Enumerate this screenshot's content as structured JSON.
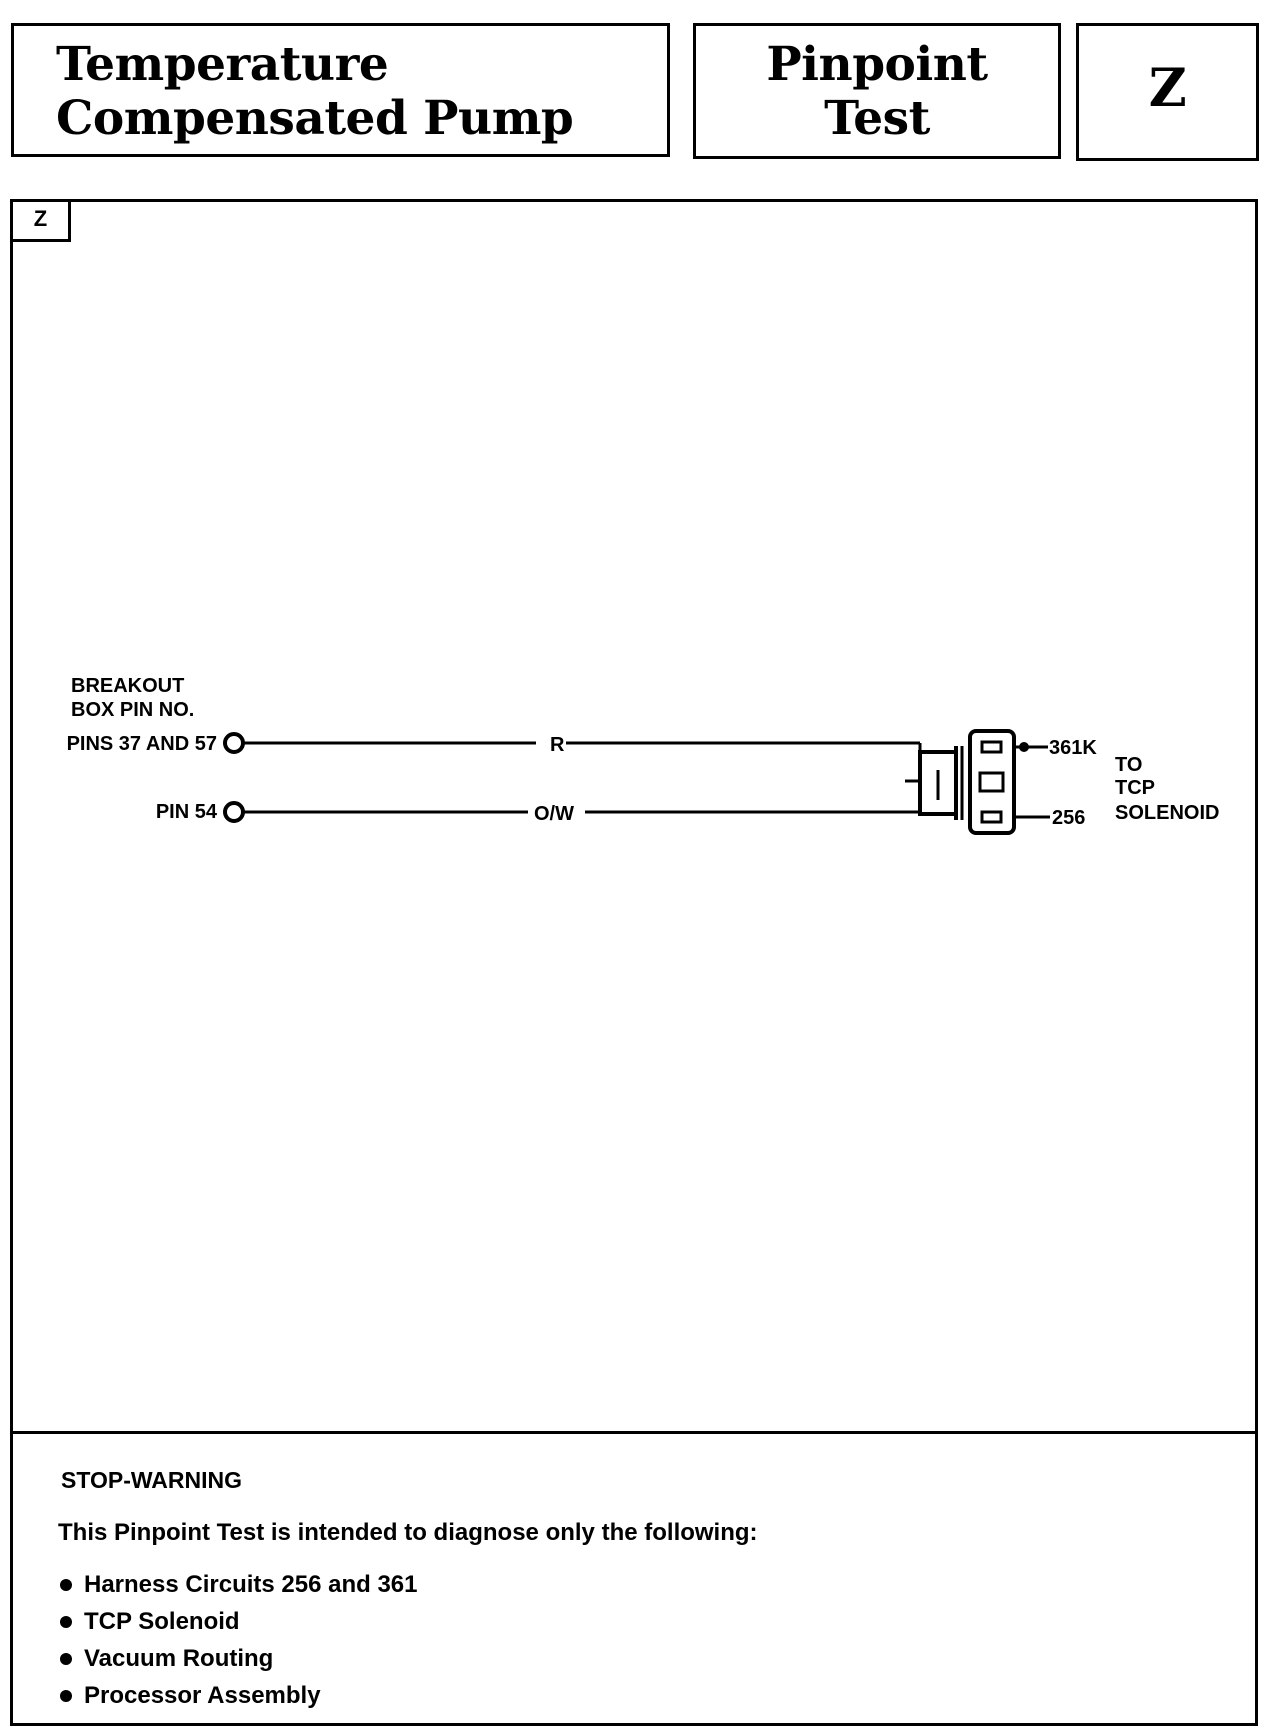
{
  "header": {
    "title_line1": "Temperature",
    "title_line2": "Compensated Pump",
    "test_line1": "Pinpoint",
    "test_line2": "Test",
    "test_code": "Z"
  },
  "panel": {
    "corner_tag": "Z"
  },
  "diagram": {
    "breakout_label_line1": "BREAKOUT",
    "breakout_label_line2": "BOX PIN NO.",
    "pin_top_label": "PINS 37 AND 57",
    "pin_bottom_label": "PIN 54",
    "wire_top_color": "R",
    "wire_bottom_color": "O/W",
    "circuit_top": "361K",
    "circuit_bottom": "256",
    "dest_line1": "TO",
    "dest_line2": "TCP",
    "dest_line3": "SOLENOID"
  },
  "warning": {
    "heading": "STOP-WARNING",
    "intro": "This Pinpoint Test is intended to diagnose only the following:",
    "items": [
      "Harness Circuits 256 and 361",
      "TCP Solenoid",
      "Vacuum Routing",
      "Processor Assembly"
    ]
  }
}
